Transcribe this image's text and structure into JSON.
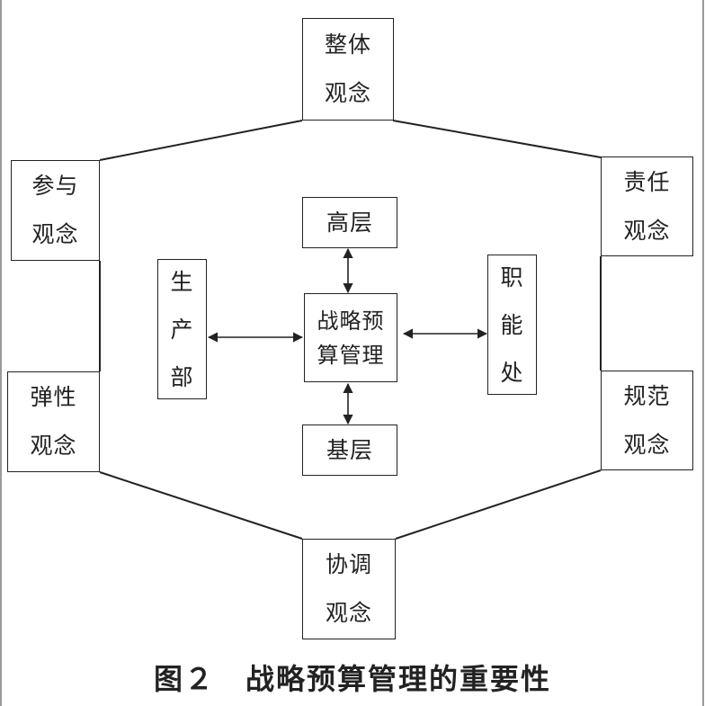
{
  "concepts": {
    "top": "整体\n观念",
    "upper_left": "参与\n观念",
    "upper_right": "责任\n观念",
    "lower_left": "弹性\n观念",
    "lower_right": "规范\n观念",
    "bottom": "协调\n观念"
  },
  "core": {
    "center": "战略预\n算管理",
    "upper": "高层",
    "lower": "基层",
    "left": "生\n产\n部",
    "right": "职\n能\n处"
  },
  "caption": "图２　战略预算管理的重要性",
  "colors": {
    "line": "#222222",
    "frame": "#9a9a9a",
    "background": "#ffffff"
  }
}
